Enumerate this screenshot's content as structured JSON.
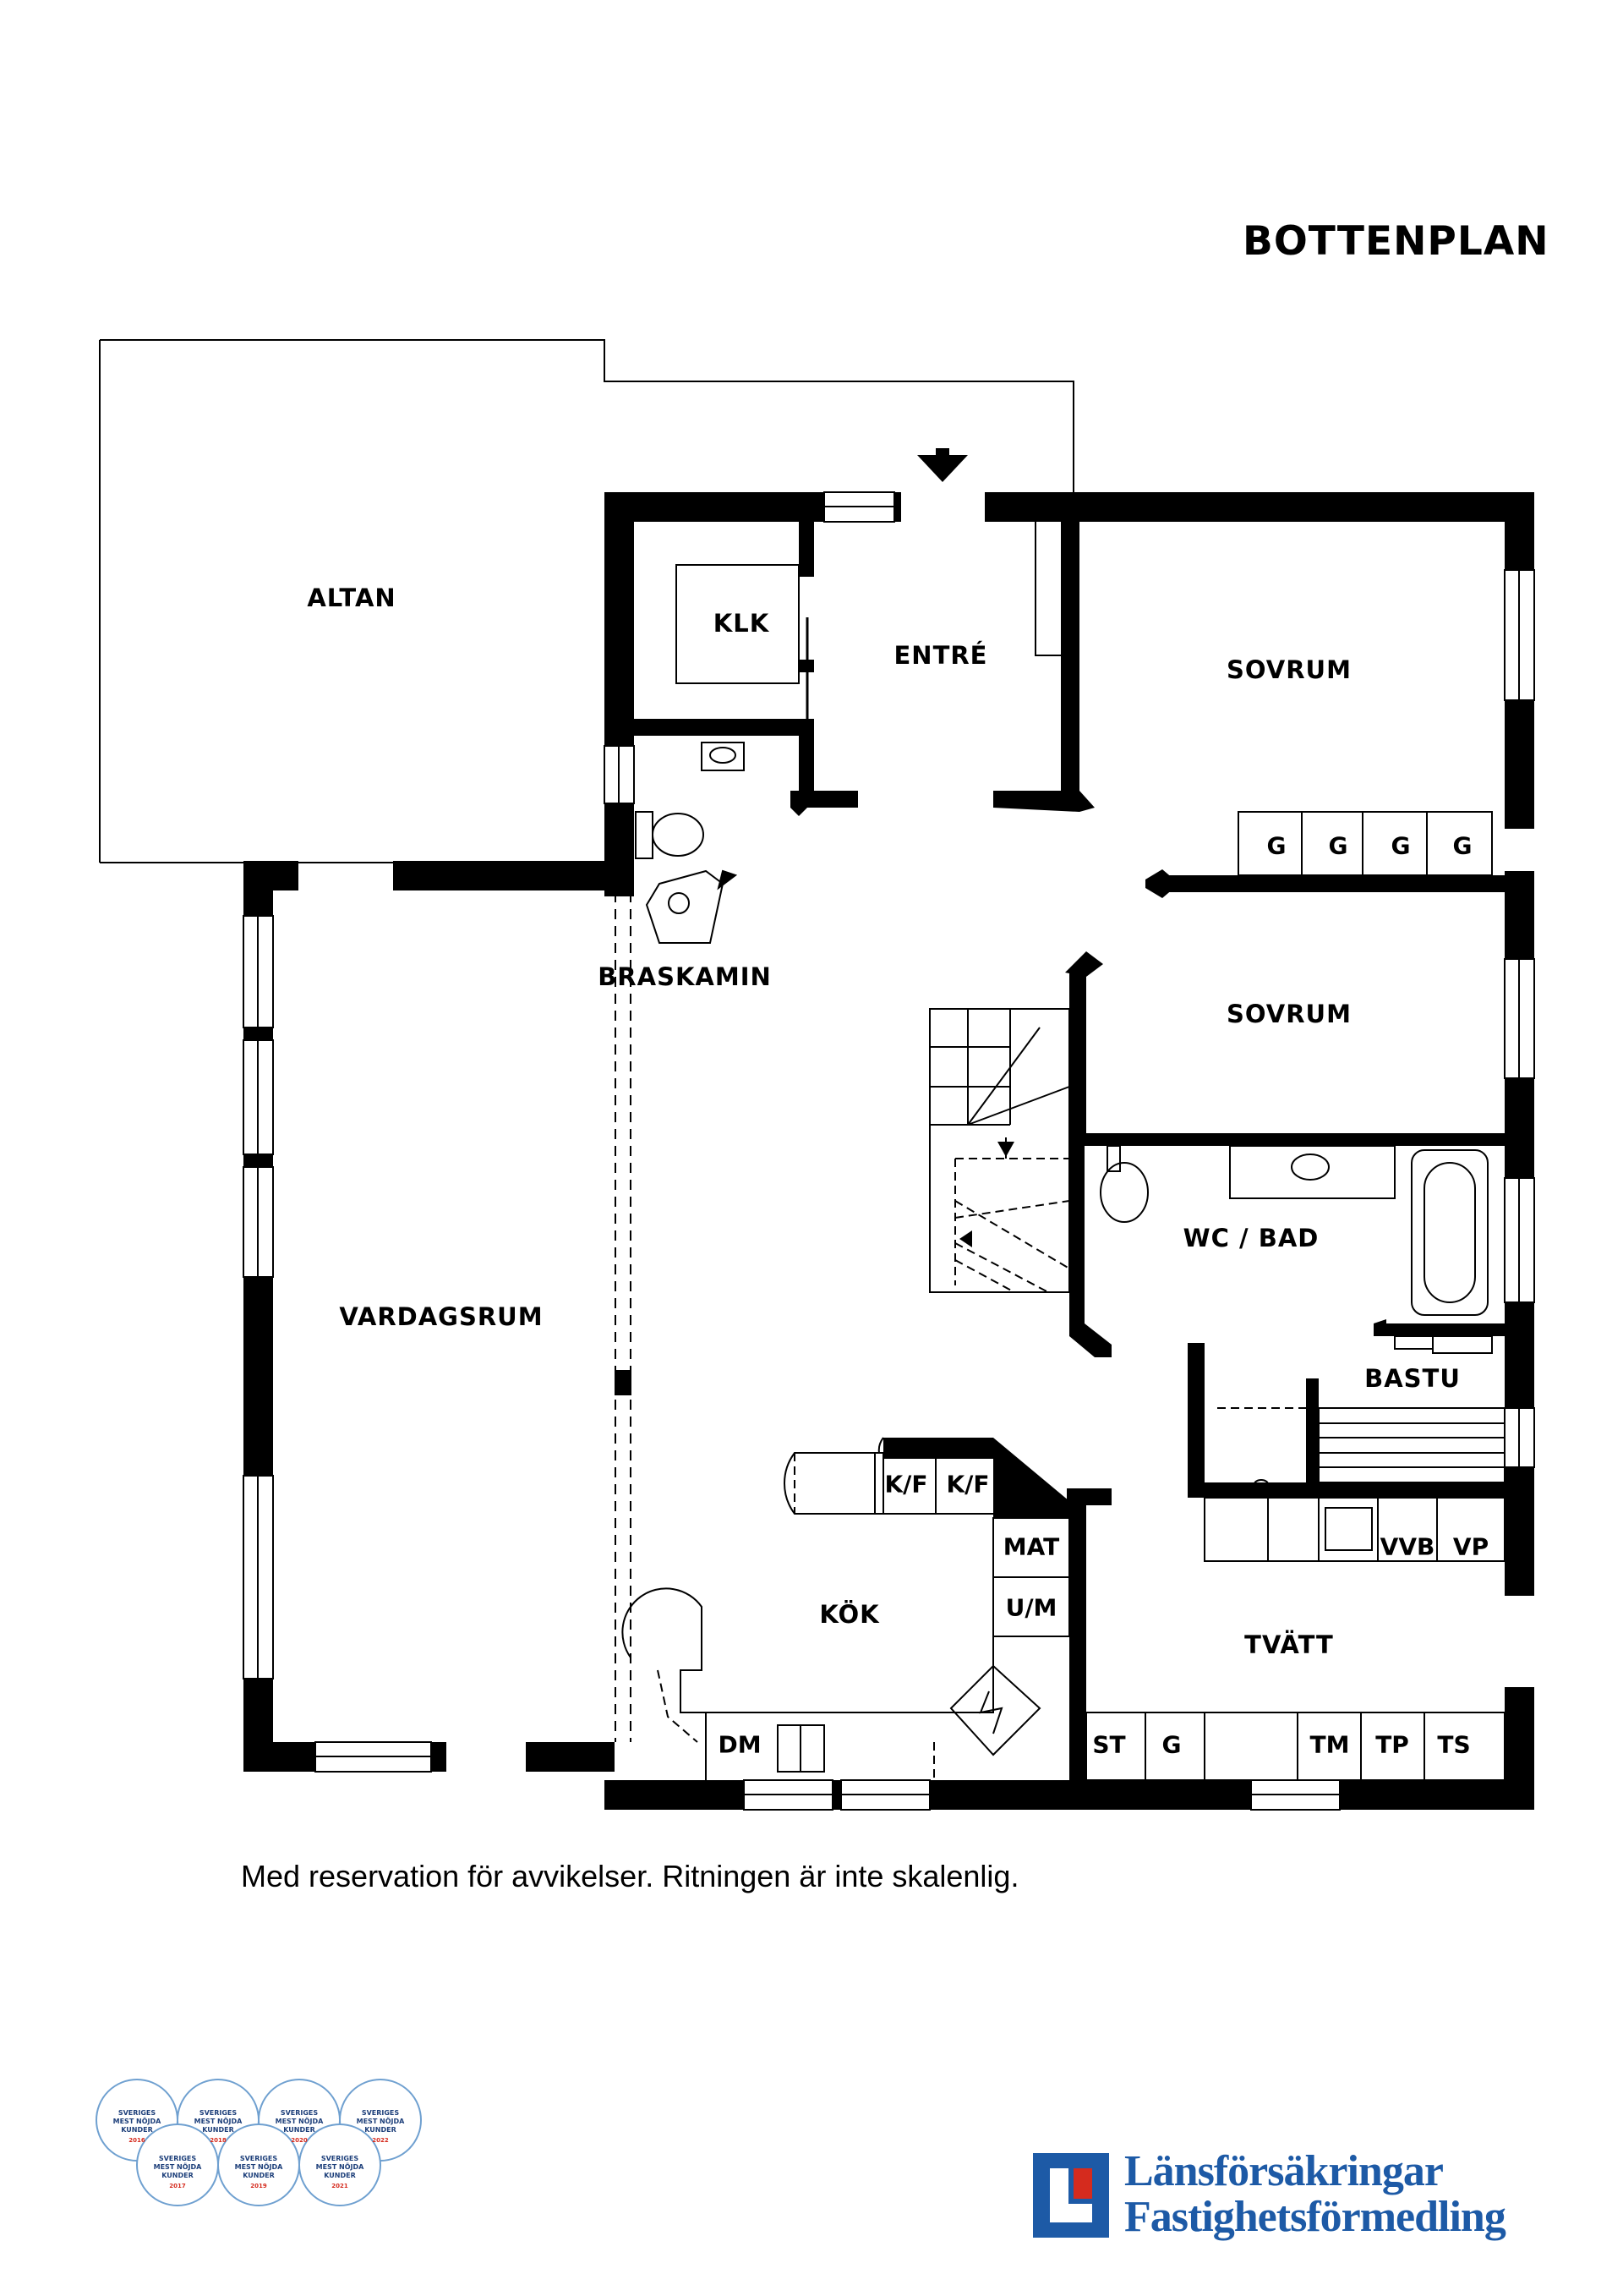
{
  "plan": {
    "title": "BOTTENPLAN",
    "disclaimer": "Med reservation för avvikelser. Ritningen är inte skalenlig."
  },
  "rooms": {
    "altan": "ALTAN",
    "klk": "KLK",
    "entre": "ENTRÉ",
    "sovrum1": "SOVRUM",
    "sovrum2": "SOVRUM",
    "braskamin": "BRASKAMIN",
    "vardagsrum": "VARDAGSRUM",
    "wc_bad": "WC / BAD",
    "bastu": "BASTU",
    "kok": "KÖK",
    "tvatt": "TVÄTT"
  },
  "fixtures": {
    "g": "G",
    "kf": "K/F",
    "mat": "MAT",
    "um": "U/M",
    "dm": "DM",
    "vvb": "VVB",
    "vp": "VP",
    "st": "ST",
    "tm": "TM",
    "tp": "TP",
    "ts": "TS"
  },
  "brand": {
    "line1": "Länsförsäkringar",
    "line2": "Fastighetsförmedling",
    "color": "#1d5aa6",
    "accent": "#d52b1e"
  },
  "badges": {
    "label_lines": [
      "SVERIGES",
      "MEST NÖJDA",
      "KUNDER"
    ],
    "years": [
      "2016",
      "2018",
      "2020",
      "2022",
      "2017",
      "2019",
      "2021"
    ]
  }
}
